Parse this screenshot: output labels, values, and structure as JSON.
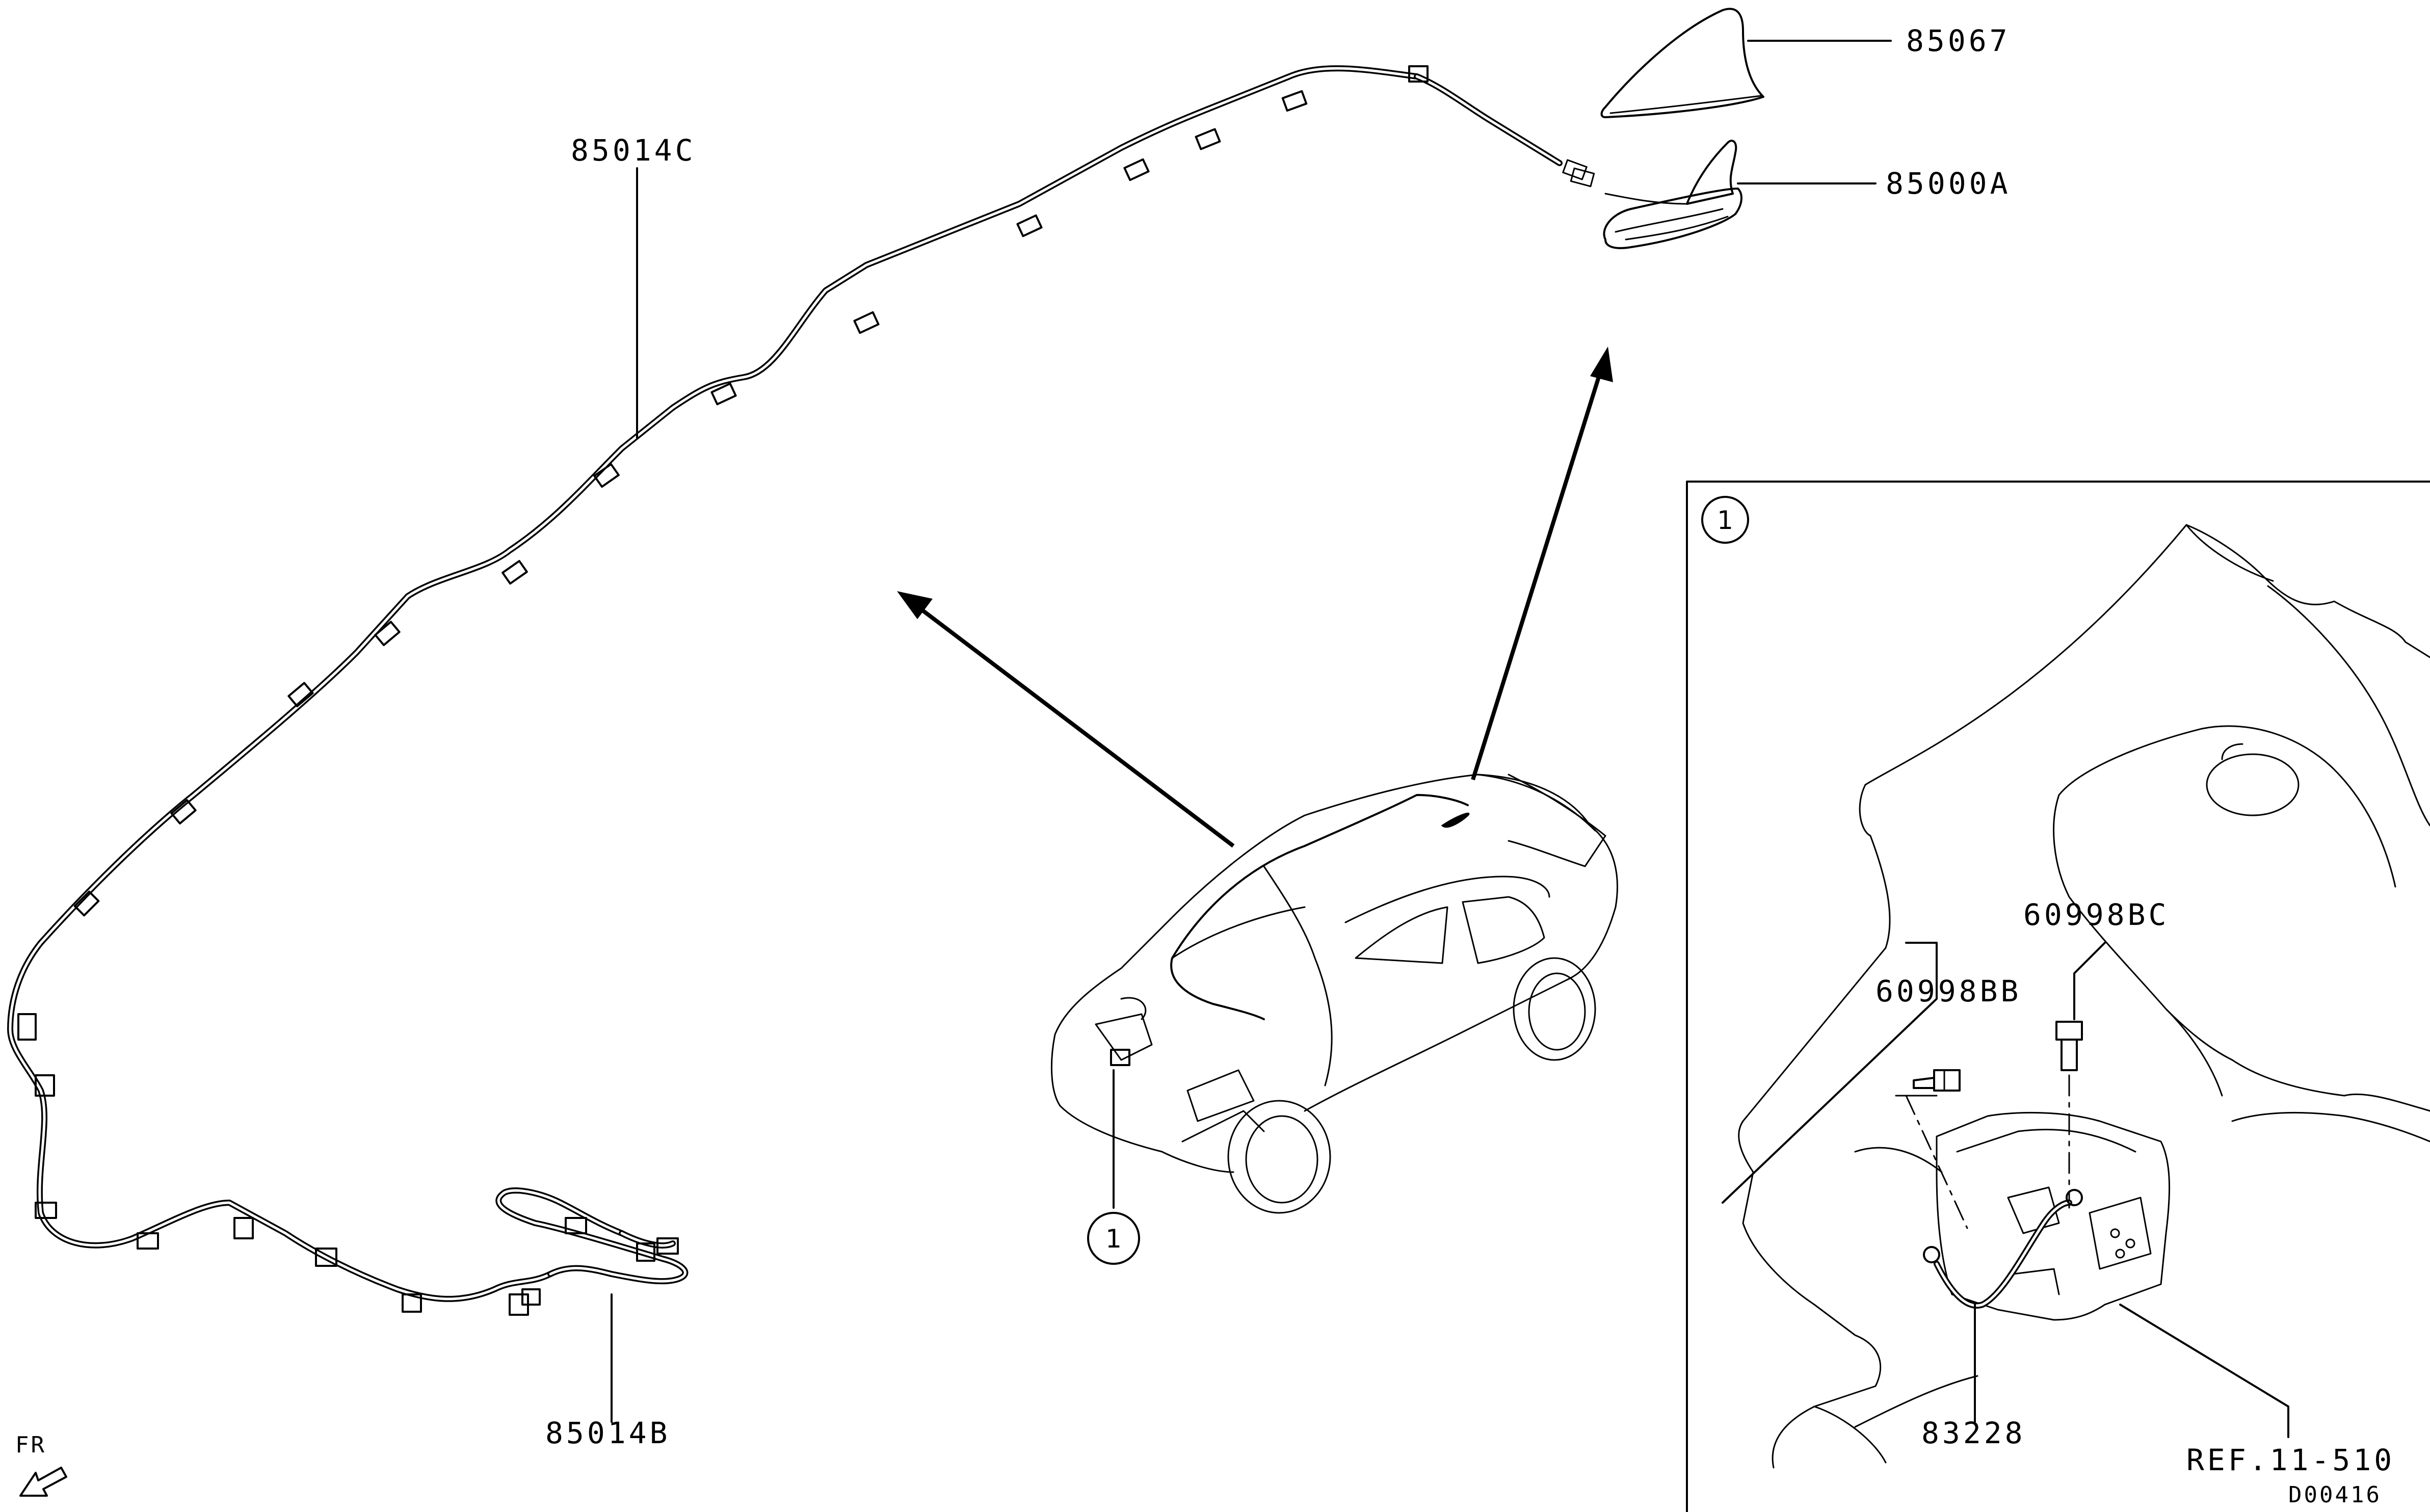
{
  "labels": {
    "roof_harness": "85014C",
    "shark_cover": "85067",
    "antenna_base": "85000A",
    "front_harness": "85014B",
    "bolt_bb": "60998BB",
    "bolt_bc": "60998BC",
    "ground_cable": "83228",
    "ref": "REF.11-510",
    "diagram_code": "D00416",
    "front_marker": "FR",
    "callout_1": "1",
    "inset_callout_1": "1"
  }
}
